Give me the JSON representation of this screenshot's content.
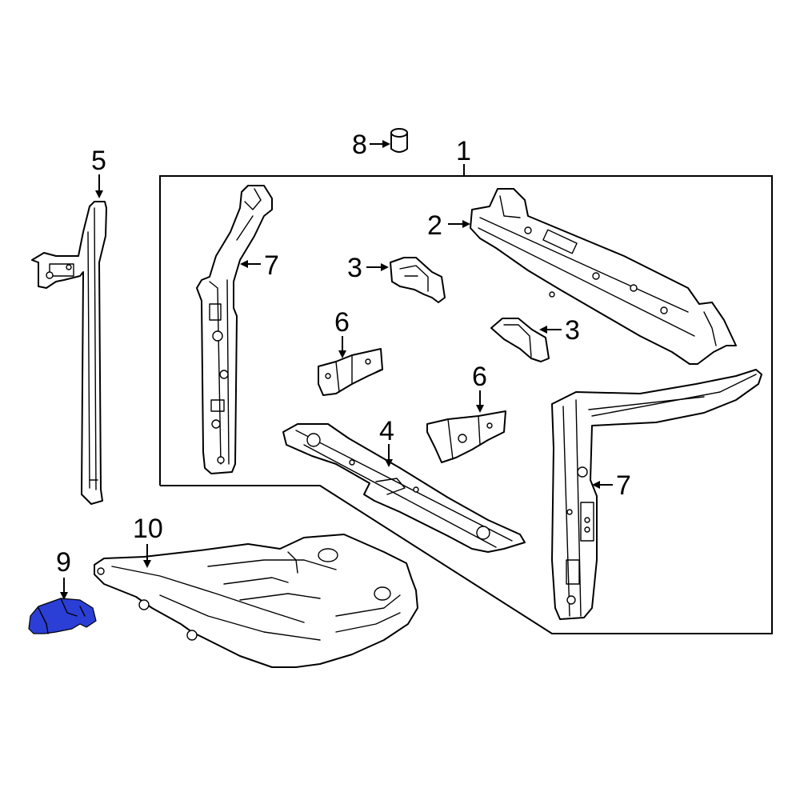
{
  "callouts": {
    "c1": "1",
    "c2": "2",
    "c3a": "3",
    "c3b": "3",
    "c4": "4",
    "c5": "5",
    "c6a": "6",
    "c6b": "6",
    "c7a": "7",
    "c7b": "7",
    "c8": "8",
    "c9": "9",
    "c10": "10"
  },
  "colors": {
    "highlight": "#2b3fd6",
    "line": "#000000",
    "background": "#ffffff"
  }
}
